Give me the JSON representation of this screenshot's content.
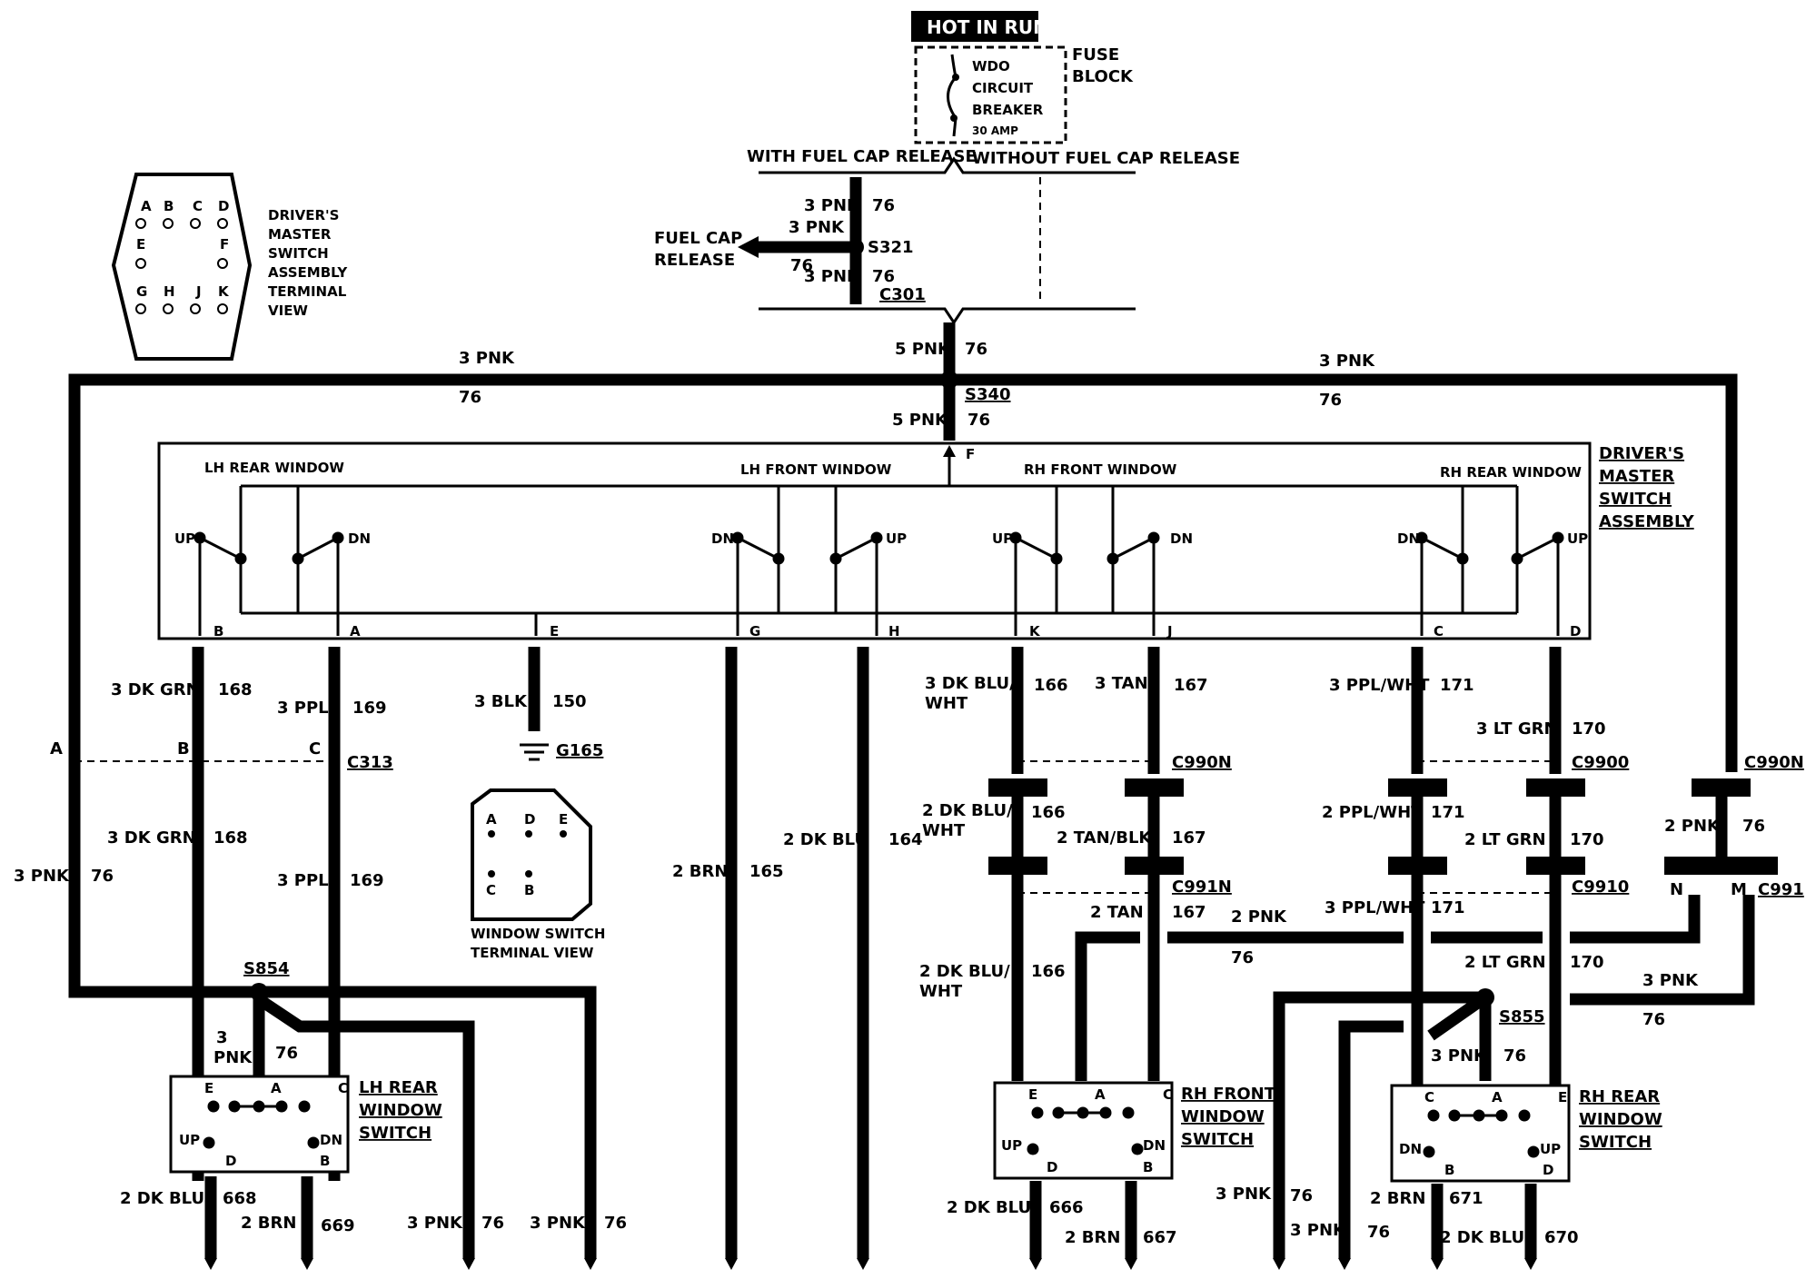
{
  "header": {
    "hot_in_run": "HOT IN RUN"
  },
  "fuse_block": {
    "label_line1": "FUSE",
    "label_line2": "BLOCK",
    "breaker_line1": "WDO",
    "breaker_line2": "CIRCUIT",
    "breaker_line3": "BREAKER",
    "breaker_rating": "30 AMP"
  },
  "branch": {
    "with_release": "WITH FUEL CAP RELEASE",
    "without_release": "WITHOUT FUEL CAP RELEASE",
    "fuel_cap_line1": "FUEL CAP",
    "fuel_cap_line2": "RELEASE"
  },
  "terminal_view_master": {
    "lines": [
      "DRIVER'S",
      "MASTER",
      "SWITCH",
      "ASSEMBLY",
      "TERMINAL",
      "VIEW"
    ],
    "pins": [
      "A",
      "B",
      "C",
      "D",
      "E",
      "F",
      "G",
      "H",
      "J",
      "K"
    ]
  },
  "terminal_view_window": {
    "line1": "WINDOW SWITCH",
    "line2": "TERMINAL VIEW",
    "pins": [
      "A",
      "D",
      "E",
      "C",
      "B"
    ]
  },
  "master_switch": {
    "label": [
      "DRIVER'S",
      "MASTER",
      "SWITCH",
      "ASSEMBLY"
    ],
    "sections": [
      "LH REAR WINDOW",
      "LH FRONT WINDOW",
      "RH FRONT WINDOW",
      "RH REAR WINDOW"
    ],
    "up": "UP",
    "dn": "DN",
    "pins": [
      "B",
      "A",
      "E",
      "G",
      "H",
      "K",
      "J",
      "C",
      "D",
      "F"
    ]
  },
  "splices": [
    "S321",
    "S340",
    "S854",
    "S855"
  ],
  "connectors": [
    "C301",
    "C313",
    "C990N",
    "C9900",
    "C991N",
    "C9910",
    "C991",
    "G165"
  ],
  "pin_letters": [
    "A",
    "B",
    "C",
    "N",
    "M"
  ],
  "switches": {
    "lh_rear": [
      "LH REAR",
      "WINDOW",
      "SWITCH"
    ],
    "rh_front": [
      "RH FRONT",
      "WINDOW",
      "SWITCH"
    ],
    "rh_rear": [
      "RH REAR",
      "WINDOW",
      "SWITCH"
    ],
    "pins": [
      "E",
      "A",
      "C",
      "D",
      "B"
    ]
  },
  "wires": {
    "pnk3": "3 PNK",
    "pnk5": "5 PNK",
    "pnk2": "2 PNK",
    "c76": "76",
    "dkgrn3": "3 DK GRN",
    "c168": "168",
    "ppl3": "3 PPL",
    "c169": "169",
    "blk3": "3 BLK",
    "c150": "150",
    "brn2": "2 BRN",
    "c165": "165",
    "dkblu2": "2 DK BLU",
    "c164": "164",
    "dkbluwht3a": "3 DK BLU/",
    "dkbluwht3b": "WHT",
    "c166": "166",
    "tan3": "3 TAN",
    "c167": "167",
    "pplwht3": "3 PPL/WHT",
    "c171": "171",
    "ltgrn3": "3 LT GRN",
    "c170": "170",
    "dkbluwht2a": "2 DK BLU/",
    "dkbluwht2b": "WHT",
    "tanblk2": "2 TAN/BLK",
    "tan2": "2 TAN",
    "pplwht2": "2 PPL/WHT",
    "ltgrn2": "2 LT GRN",
    "pnk3short": "3",
    "pnk3short2": "PNK",
    "c668": "668",
    "c669": "669",
    "c666": "666",
    "c667": "667",
    "c671": "671",
    "c670": "670"
  }
}
